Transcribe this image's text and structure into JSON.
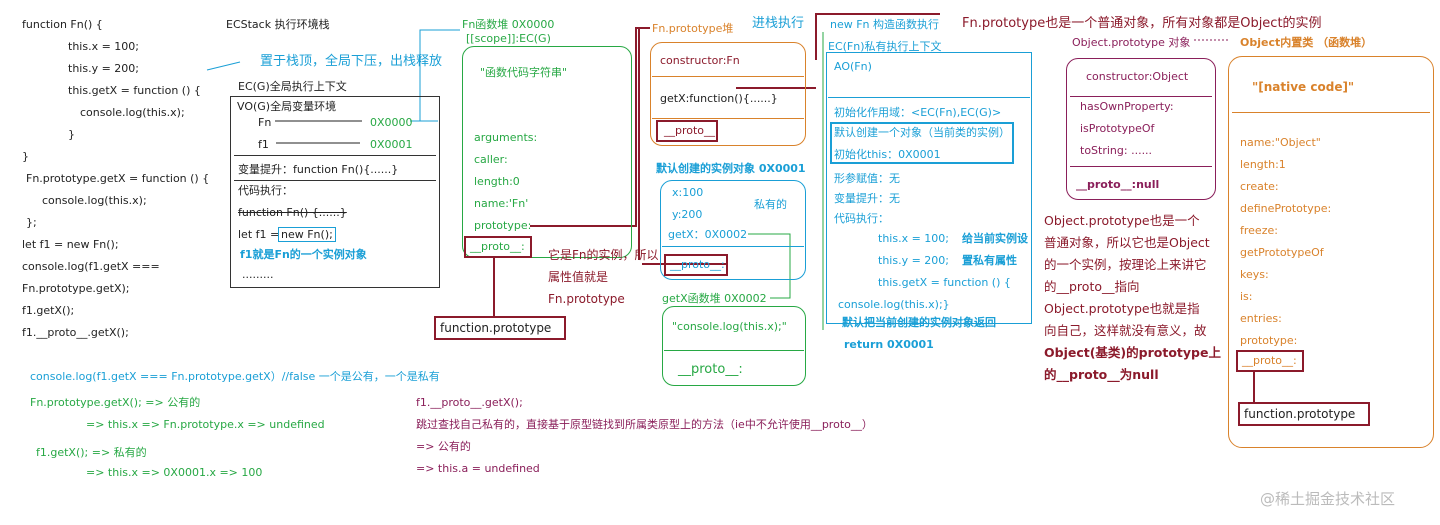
{
  "code_left": [
    "function Fn() {",
    "this.x = 100;",
    "this.y = 200;",
    "this.getX = function () {",
    "console.log(this.x);",
    "}",
    "}",
    "Fn.prototype.getX = function () {",
    "console.log(this.x);",
    "};",
    "let f1 = new Fn();",
    "console.log(f1.getX ===",
    "Fn.prototype.getX);",
    "f1.getX();",
    "f1.__proto__.getX();"
  ],
  "ecstack": {
    "title": "ECStack 执行环境栈",
    "note": "置于栈顶，全局下压，出栈释放",
    "ecg": "EC(G)全局执行上下文",
    "vog": "VO(G)全局变量环境",
    "fn": "Fn",
    "fn_addr": "0X0000",
    "f1": "f1",
    "f1_addr": "0X0001",
    "hoist": "变量提升：function Fn(){......}",
    "exec": "代码执行：",
    "fn_def": "function Fn() {......}",
    "let_f1": "let f1 = ",
    "new_fn": "new Fn();",
    "f1_note": "f1就是Fn的一个实例对象",
    "dots": "........."
  },
  "fn_heap": {
    "title": "Fn函数堆 0X0000",
    "scope": "[[scope]]:EC(G)",
    "code_str": "\"函数代码字符串\"",
    "props": [
      "arguments:",
      "caller:",
      "length:0",
      "name:'Fn'",
      "prototype:"
    ],
    "proto": "__proto__:",
    "proto_note": "它是Fn的实例，所以属性值就是Fn.prototype",
    "fp_label": "function.prototype"
  },
  "fn_proto": {
    "title": "Fn.prototype堆",
    "constructor": "constructor:Fn",
    "getx": "getX:function(){......}",
    "proto": "__proto__"
  },
  "instance": {
    "title": "默认创建的实例对象 0X0001",
    "x": "x:100",
    "y": "y:200",
    "private": "私有的",
    "getx": "getX：0X0002",
    "proto": "__proto__:"
  },
  "getx_heap": {
    "title": "getX函数堆 0X0002",
    "code": "\"console.log(this.x);\"",
    "proto": "__proto__:"
  },
  "new_fn": {
    "title_a": "进栈执行",
    "title_b": "new Fn 构造函数执行",
    "ecfn": "EC(Fn)私有执行上下文",
    "ao": "AO(Fn)",
    "scope_chain": "初始化作用域：<EC(Fn),EC(G)>",
    "create": "默认创建一个对象（当前类的实例）",
    "init_this": "初始化this：0X0001",
    "args": "形参赋值：无",
    "hoist": "变量提升：无",
    "exec": "代码执行：",
    "tx": "this.x = 100;",
    "ty": "this.y = 200;",
    "tgetx": "this.getX = function () {",
    "log": "console.log(this.x);}",
    "set_note1": "给当前实例设",
    "set_note2": "置私有属性",
    "return_note": "默认把当前创建的实例对象返回",
    "ret": "return 0X0001"
  },
  "obj_proto": {
    "header": "Fn.prototype也是一个普通对象，所有对象都是Object的实例",
    "title": "Object.prototype 对象",
    "constructor": "constructor:Object",
    "members": [
      "hasOwnProperty:",
      "isPrototypeOf",
      "toString:    ......"
    ],
    "proto": "__proto__:null",
    "note": [
      "Object.prototype也是一个",
      "普通对象，所以它也是Object",
      "的一个实例，按理论上来讲它",
      "的__proto__指向",
      "Object.prototype也就是指",
      "向自己，这样就没有意义，故"
    ],
    "note_bold": [
      "Object(基类)的prototype上",
      "的__proto__为null"
    ]
  },
  "object_class": {
    "title": "Object内置类 （函数堆）",
    "native": "\"[native code]\"",
    "props": [
      "name:\"Object\"",
      "length:1",
      "create:",
      "definePrototype:",
      "freeze:",
      "getPrototypeOf",
      "keys:",
      "is:",
      "entries:",
      "prototype:"
    ],
    "proto": "__proto__:",
    "fp_label": "function.prototype"
  },
  "bottom": {
    "line1": "console.log(f1.getX === Fn.prototype.getX）//false  一个是公有，一个是私有",
    "g1": "Fn.prototype.getX();  => 公有的",
    "g2": "=> this.x => Fn.prototype.x => undefined",
    "g3": "f1.getX();  => 私有的",
    "g4": "=> this.x => 0X0001.x => 100",
    "p1": "f1.__proto__.getX();",
    "p2": "跳过查找自己私有的，直接基于原型链找到所属类原型上的方法（ie中不允许使用__proto__）",
    "p3": "=> 公有的",
    "p4": "=> this.a = undefined"
  },
  "watermark": "@稀土掘金技术社区"
}
